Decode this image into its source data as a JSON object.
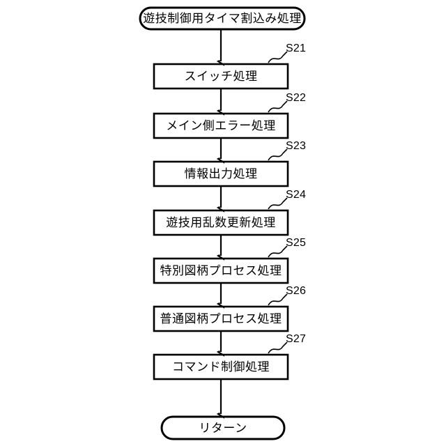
{
  "diagram": {
    "type": "flowchart",
    "orientation": "vertical",
    "stroke_color": "#000000",
    "fill_color": "#ffffff",
    "background_color": "#ffffff",
    "start": {
      "shape": "terminator",
      "label": "遊技制御用タイマ割込み処理"
    },
    "end": {
      "shape": "terminator",
      "label": "リターン"
    },
    "steps": [
      {
        "id": "S21",
        "shape": "process",
        "label": "スイッチ処理"
      },
      {
        "id": "S22",
        "shape": "process",
        "label": "メイン側エラー処理"
      },
      {
        "id": "S23",
        "shape": "process",
        "label": "情報出力処理"
      },
      {
        "id": "S24",
        "shape": "process",
        "label": "遊技用乱数更新処理"
      },
      {
        "id": "S25",
        "shape": "process",
        "label": "特別図柄プロセス処理"
      },
      {
        "id": "S26",
        "shape": "process",
        "label": "普通図柄プロセス処理"
      },
      {
        "id": "S27",
        "shape": "process",
        "label": "コマンド制御処理"
      }
    ]
  }
}
